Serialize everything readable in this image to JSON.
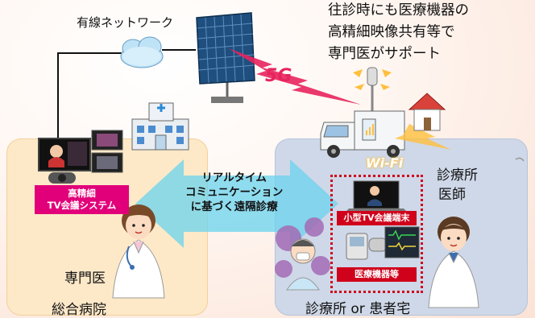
{
  "network_label": "有線ネットワーク",
  "fiveg_label": "5G",
  "caption_lines": [
    "往診時にも医療機器の",
    "高精細映像共有等で",
    "専門医がサポート"
  ],
  "wifi_label": "Wi-Fi",
  "clinic_doctor_lines": [
    "診療所",
    "医師"
  ],
  "realtime_lines": [
    "リアルタイム",
    "コミュニケーション",
    "に基づく遠隔診療"
  ],
  "tv_system_lines": [
    "高精細",
    "TV会議システム"
  ],
  "specialist_label": "専門医",
  "hospital_label": "総合病院",
  "home_label": "診療所 or 患者宅",
  "small_tv_label": "小型TV会議端末",
  "medical_device_label": "医療機器等",
  "colors": {
    "accent": "#e2007a",
    "red": "#d0021b",
    "wave": "#e8235d",
    "wifi": "#ffbf3d",
    "left_panel": "#fde9c8",
    "right_panel": "#cfd8e8"
  }
}
